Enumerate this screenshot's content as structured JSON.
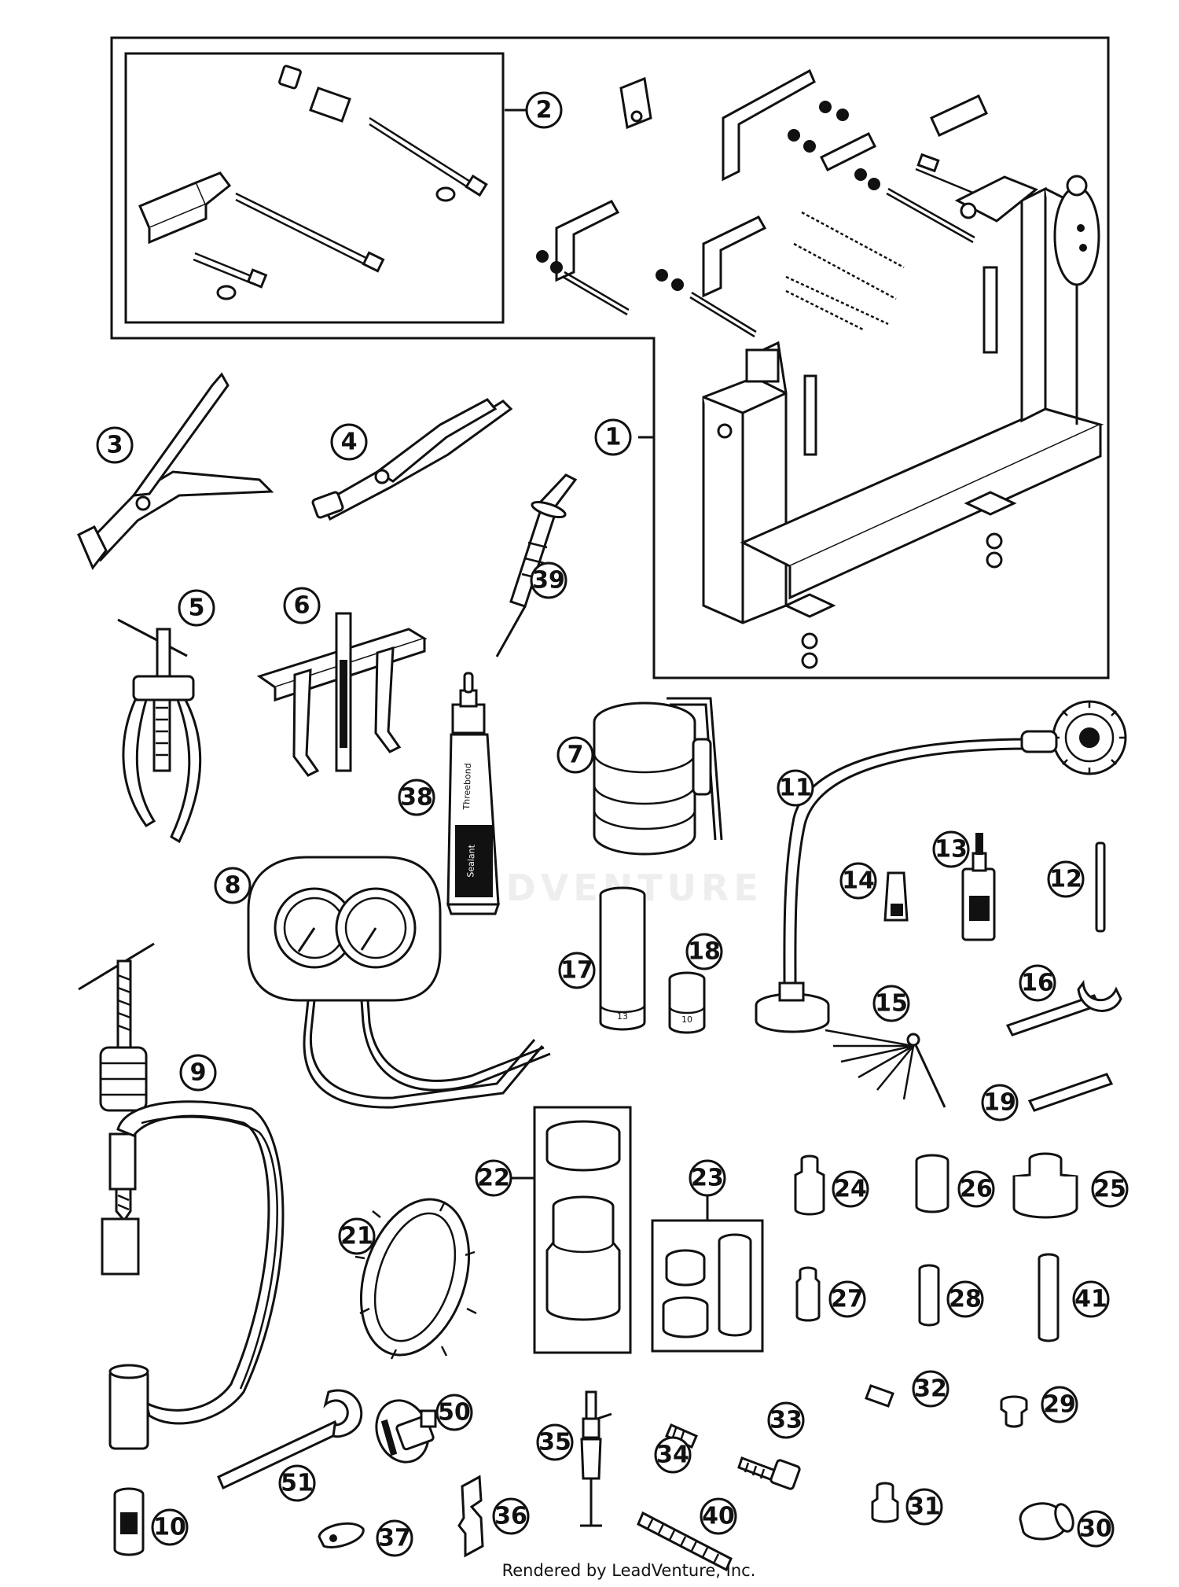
{
  "watermark": "LEADVENTURE",
  "credit": "Rendered by LeadVenture, Inc.",
  "callouts": [
    "1",
    "2",
    "3",
    "4",
    "5",
    "6",
    "7",
    "8",
    "9",
    "10",
    "11",
    "12",
    "13",
    "14",
    "15",
    "16",
    "17",
    "18",
    "19",
    "21",
    "22",
    "23",
    "24",
    "25",
    "26",
    "27",
    "28",
    "29",
    "30",
    "31",
    "32",
    "33",
    "34",
    "35",
    "36",
    "37",
    "38",
    "39",
    "40",
    "41",
    "50",
    "51"
  ],
  "part_labels": {
    "socket_17": "13",
    "socket_18": "10",
    "tube_38_a": "Threebond",
    "tube_38_b": "Sealant"
  }
}
